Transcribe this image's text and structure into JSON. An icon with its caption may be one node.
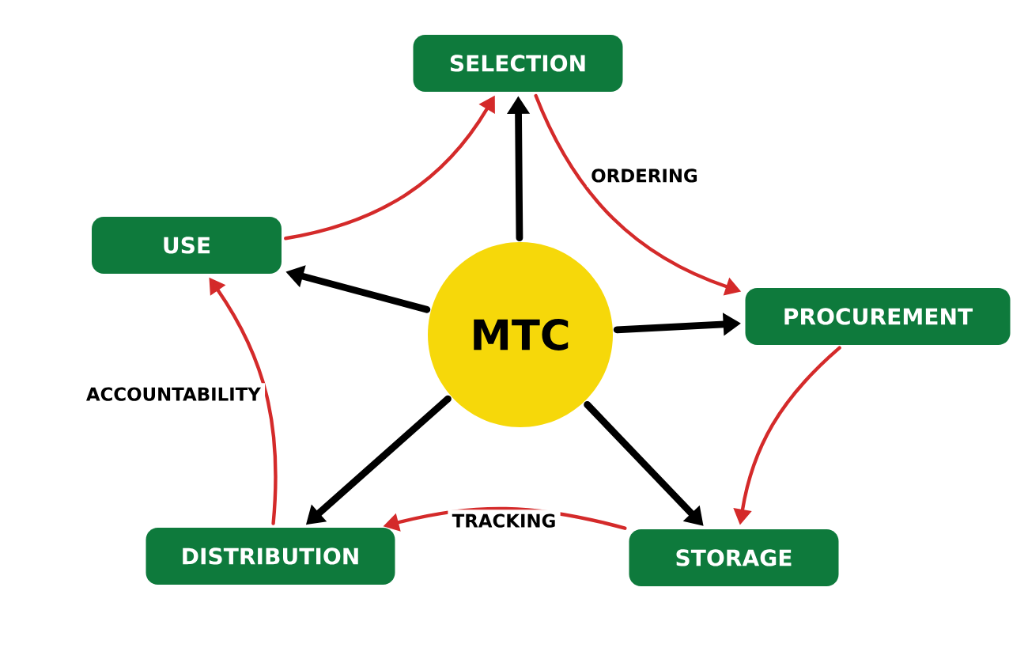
{
  "diagram": {
    "nodes": [
      {
        "text": [
          "MTC"
        ]
      },
      {
        "text": [
          "SELECTION"
        ]
      },
      {
        "text": [
          "PROCUREMENT"
        ]
      },
      {
        "text": [
          "STORAGE"
        ]
      },
      {
        "text": [
          "DISTRIBUTION"
        ]
      },
      {
        "text": [
          "USE"
        ]
      }
    ],
    "edges": [
      {
        "from": 0,
        "to": 1,
        "arrow": "to",
        "style": "thick"
      },
      {
        "from": 0,
        "to": 5,
        "arrow": "to",
        "style": "thick"
      },
      {
        "from": 0,
        "to": 2,
        "arrow": "to",
        "style": "thick"
      },
      {
        "from": 0,
        "to": 4,
        "arrow": "to",
        "style": "thick"
      },
      {
        "from": 0,
        "to": 3,
        "arrow": "to",
        "style": "thick"
      },
      {
        "from": 5,
        "to": 1,
        "arrow": "to",
        "color": "#d42a2a"
      },
      {
        "from": 1,
        "to": 2,
        "arrow": "to",
        "color": "#d42a2a",
        "label": "ORDERING"
      },
      {
        "from": 2,
        "to": 3,
        "arrow": "to",
        "color": "#d42a2a"
      },
      {
        "from": 3,
        "to": 4,
        "arrow": "to",
        "color": "#d42a2a",
        "label": "TRACKING"
      },
      {
        "from": 4,
        "to": 5,
        "arrow": "to",
        "color": "#d42a2a",
        "label": "ACCOUNTABILITY"
      }
    ]
  }
}
